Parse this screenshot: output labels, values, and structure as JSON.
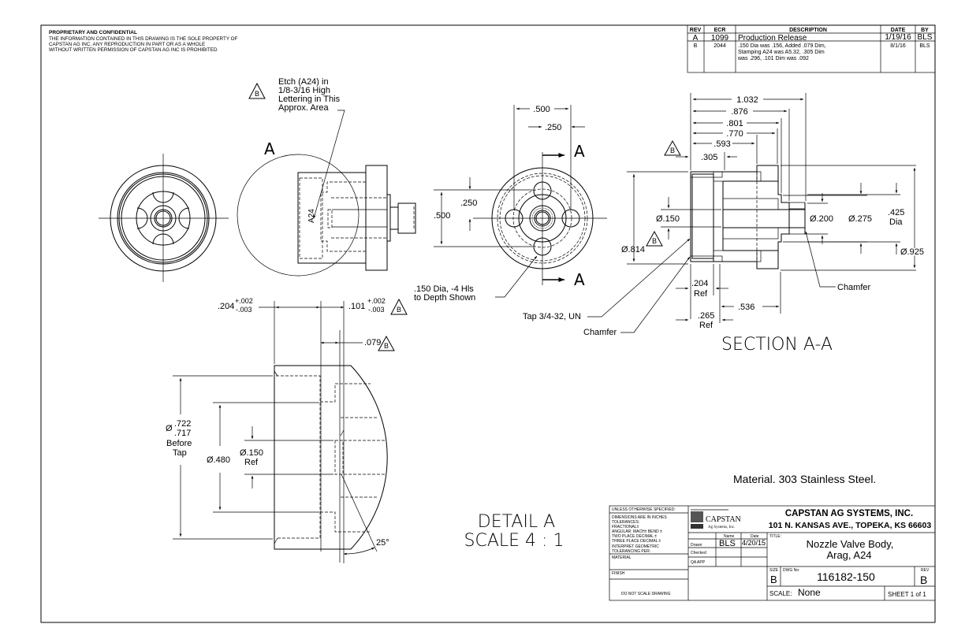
{
  "notice": {
    "heading": "PROPRIETARY AND CONFIDENTIAL",
    "lines": [
      "THE INFORMATION CONTAINED IN THIS DRAWING IS THE SOLE PROPERTY OF",
      "CAPSTAN AG INC. ANY REPRODUCTION IN PART OR AS A WHOLE",
      "WITHOUT WRITTEN PERMISSION OF CAPSTAN AG INC IS PROHIBITED"
    ]
  },
  "revision_table": {
    "headers": [
      "REV",
      "ECR",
      "DESCRIPTION",
      "DATE",
      "BY"
    ],
    "rows": [
      {
        "rev": "A",
        "ecr": "1099",
        "description": [
          "Production Release"
        ],
        "date": "1/19/16",
        "by": "BLS"
      },
      {
        "rev": "B",
        "ecr": "2044",
        "description": [
          ".150 Dia was .156, Added .079 Dim,",
          "Stamping A24 was A5.32, .305 Dim",
          "was .296, .101 Dim was .092"
        ],
        "date": "8/1/16",
        "by": "BLS"
      }
    ]
  },
  "etch_note": {
    "rev_flag": "B",
    "lines": [
      "Etch (A24) in",
      "1/8-3/16 High",
      "Lettering in This",
      "Approx. Area"
    ],
    "stamp_text": "A24"
  },
  "views": {
    "detail_circle_label": "A",
    "section_arrow_label_top": "A",
    "section_arrow_label_bottom": "A"
  },
  "front_view": {
    "dims": {
      "width_500": ".500",
      "width_250": ".250",
      "height_500": ".500",
      "height_250": ".250"
    },
    "hole_note": [
      ".150 Dia, -4 Hls",
      "to Depth Shown"
    ],
    "tap_note": "Tap 3/4-32, UN",
    "chamfer_note": "Chamfer"
  },
  "section": {
    "title": "SECTION A-A",
    "rev_flags": [
      "B",
      "B"
    ],
    "dims": {
      "d1032": "1.032",
      "d876": ".876",
      "d801": ".801",
      "d770": ".770",
      "d593": ".593",
      "d305": ".305",
      "dia150": "Ø.150",
      "dia814": "Ø.814",
      "dia200": "Ø.200",
      "dia275": "Ø.275",
      "dia425": [
        ".425",
        "Dia"
      ],
      "dia925": "Ø.925",
      "d204ref": [
        ".204",
        "Ref"
      ],
      "d265ref": [
        ".265",
        "Ref"
      ],
      "d536": ".536"
    },
    "chamfer_note": "Chamfer"
  },
  "detail": {
    "title": [
      "DETAIL A",
      "SCALE 4 : 1"
    ],
    "dims": {
      "d204": ".204",
      "d204_tol": [
        "+.002",
        "-.003"
      ],
      "d101": ".101",
      "d101_tol": [
        "+.002",
        "-.003"
      ],
      "d079": ".079",
      "dia722": [
        "Ø",
        ".722",
        ".717",
        "Before",
        "Tap"
      ],
      "dia480": "Ø.480",
      "dia150ref": [
        "Ø.150",
        "Ref"
      ],
      "angle": "25°"
    },
    "rev_flags": [
      "B",
      "B"
    ]
  },
  "material_note": "Material.  303 Stainless Steel.",
  "title_block": {
    "tolerances": [
      "UNLESS OTHERWISE SPECIFIED:",
      "DIMENSIONS ARE IN INCHES",
      "TOLERANCES:",
      "FRACTIONAL±",
      "ANGULAR: MACH±   BEND ±",
      "TWO PLACE DECIMAL   ±",
      "THREE PLACE DECIMAL  ±",
      "INTERPRET GEOMETRIC",
      "TOLERANCING PER:",
      "MATERIAL",
      "FINISH",
      "DO NOT SCALE DRAWING"
    ],
    "logo": {
      "name": "CAPSTAN",
      "sub": "Ag Systems, Inc."
    },
    "signoff": {
      "headers": [
        "Name",
        "Date"
      ],
      "rows": [
        {
          "label": "Drawn",
          "name": "BLS",
          "date": "4/20/15"
        },
        {
          "label": "Checked",
          "name": "",
          "date": ""
        },
        {
          "label": "QA APP",
          "name": "",
          "date": ""
        }
      ]
    },
    "company": "CAPSTAN AG SYSTEMS, INC.",
    "address": "101 N. KANSAS AVE., TOPEKA, KS 66603",
    "title_label": "TITLE:",
    "title": [
      "Nozzle Valve Body,",
      "Arag, A24"
    ],
    "size_label": "SIZE",
    "size": "B",
    "dwg_label": "DWG No:",
    "dwg_no": "116182-150",
    "rev_label": "REV",
    "rev": "B",
    "scale_label": "SCALE:",
    "scale": "None",
    "sheet": "SHEET 1 of 1"
  }
}
